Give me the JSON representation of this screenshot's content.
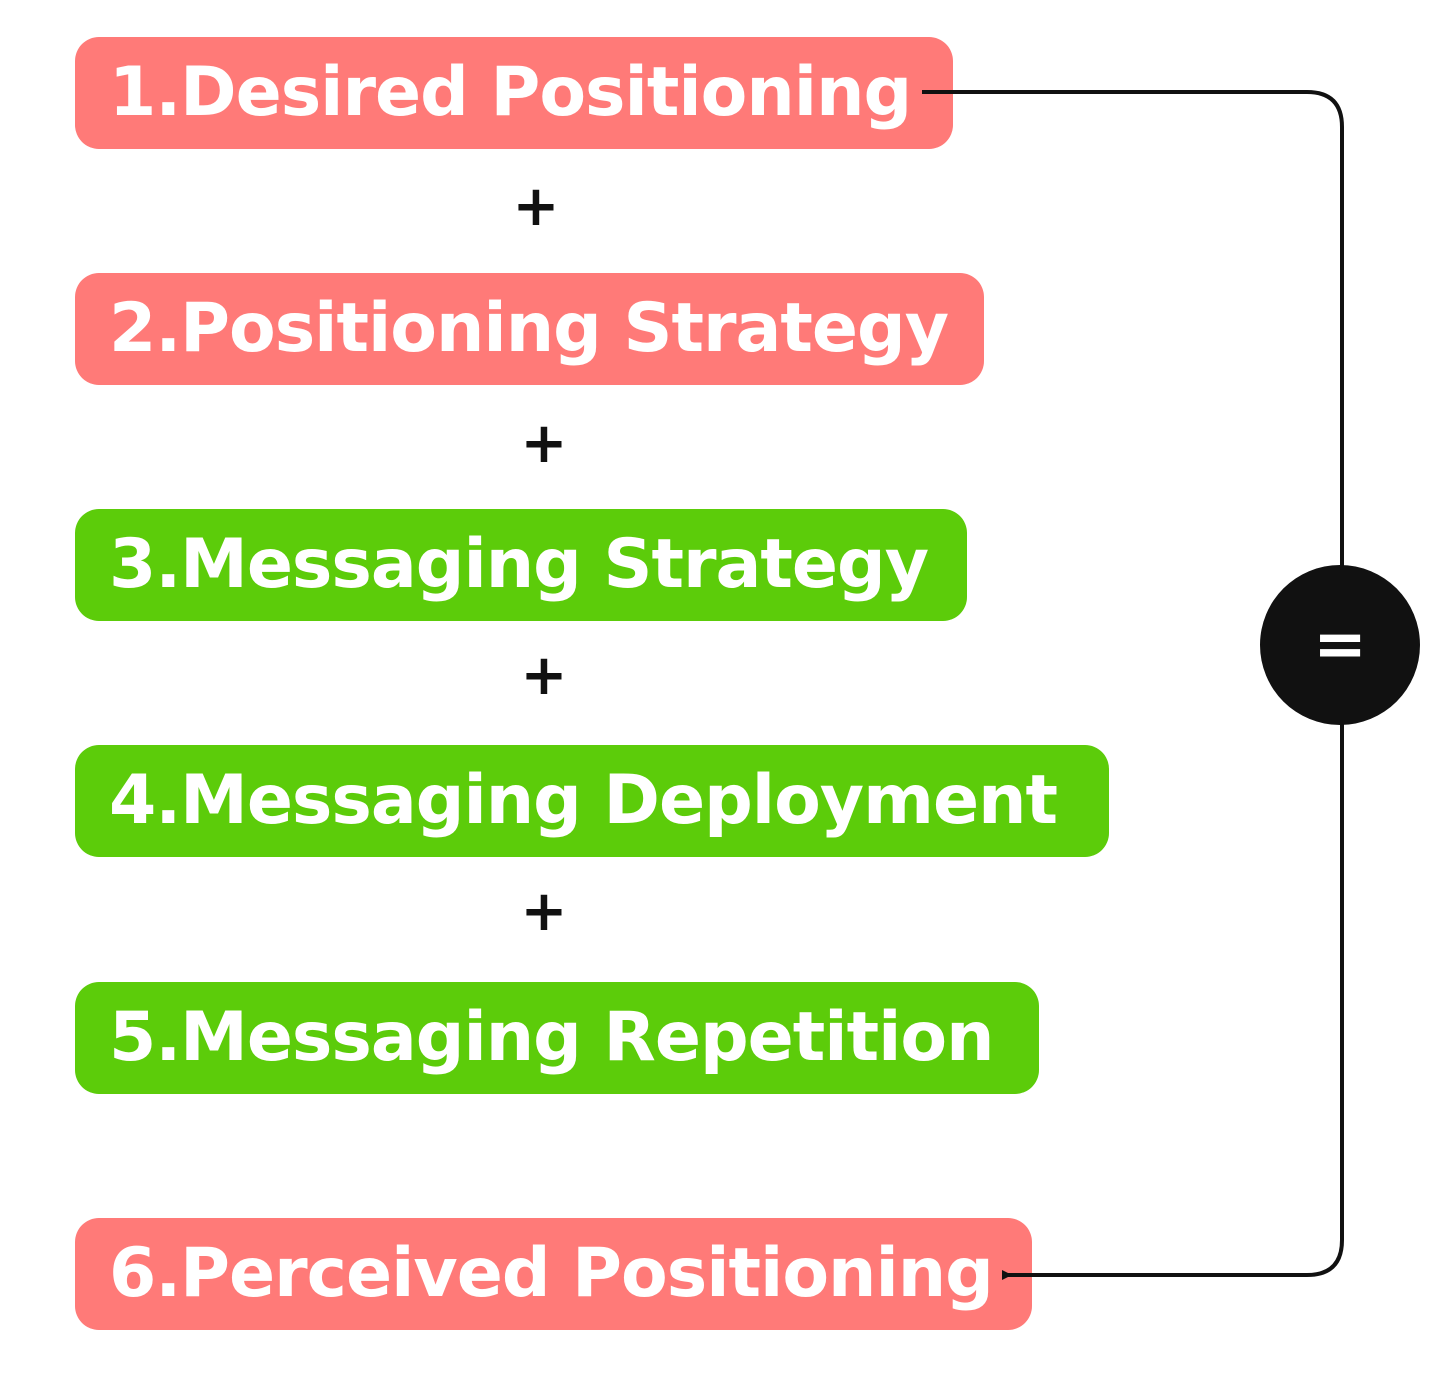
{
  "steps": [
    {
      "label": "1.Desired Positioning",
      "color": "#ff7a78"
    },
    {
      "label": "2.Positioning Strategy",
      "color": "#ff7a78"
    },
    {
      "label": "3.Messaging Strategy",
      "color": "#5ccc0a"
    },
    {
      "label": "4.Messaging Deployment",
      "color": "#5ccc0a"
    },
    {
      "label": "5.Messaging Repetition",
      "color": "#5ccc0a"
    },
    {
      "label": "6.Perceived Positioning",
      "color": "#ff7a78"
    }
  ],
  "operators": {
    "plus": "+",
    "equals": "="
  }
}
